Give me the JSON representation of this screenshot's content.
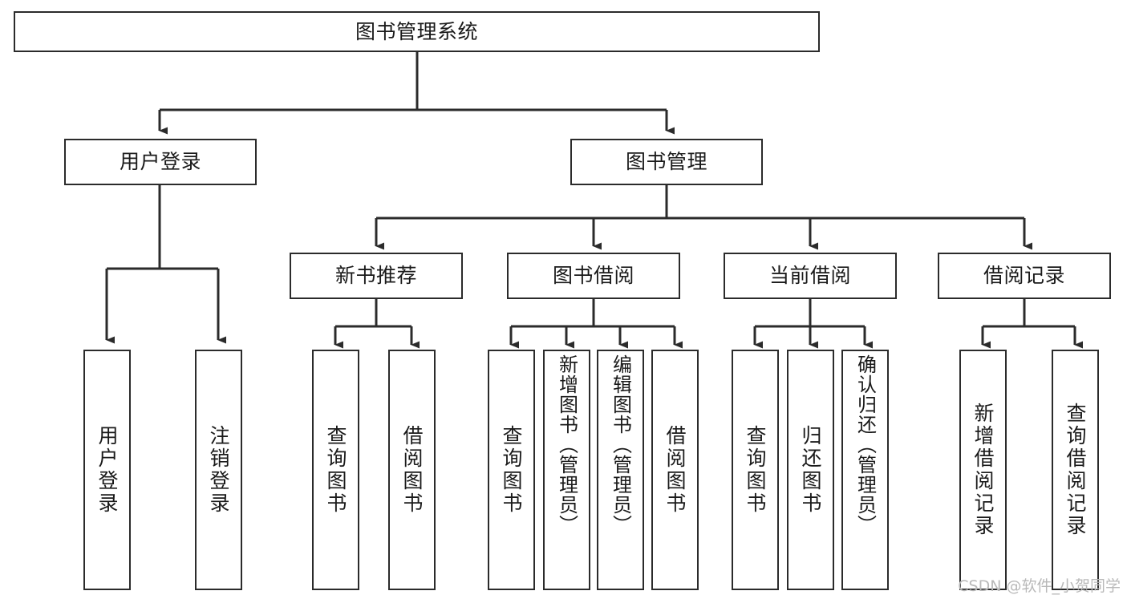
{
  "diagram": {
    "type": "tree-hierarchy-chart",
    "title": "图书管理系统",
    "watermark": "CSDN @软件_小贺同学",
    "colors": {
      "background": "#ffffff",
      "node_fill": "#ffffff",
      "node_stroke": "#2b2b2b",
      "edge_stroke": "#2b2b2b",
      "text": "#1a1a1a",
      "watermark_text": "#b9b9b9"
    },
    "root": {
      "label": "图书管理系统"
    },
    "level1": [
      {
        "id": "user-login",
        "label": "用户登录"
      },
      {
        "id": "book-manage",
        "label": "图书管理"
      }
    ],
    "level2": [
      {
        "id": "new-book-recommend",
        "label": "新书推荐",
        "parent": "book-manage"
      },
      {
        "id": "book-borrow",
        "label": "图书借阅",
        "parent": "book-manage"
      },
      {
        "id": "current-borrow",
        "label": "当前借阅",
        "parent": "book-manage"
      },
      {
        "id": "borrow-record",
        "label": "借阅记录",
        "parent": "book-manage"
      }
    ],
    "leaves": {
      "user-login": [
        {
          "id": "leaf-user-login",
          "label": "用户登录"
        },
        {
          "id": "leaf-user-logout",
          "label": "注销登录"
        }
      ],
      "new-book-recommend": [
        {
          "id": "leaf-query-book-1",
          "label": "查询图书"
        },
        {
          "id": "leaf-borrow-book-1",
          "label": "借阅图书"
        }
      ],
      "book-borrow": [
        {
          "id": "leaf-query-book-2",
          "label": "查询图书"
        },
        {
          "id": "leaf-add-book",
          "label": "新增图书（管理员）"
        },
        {
          "id": "leaf-edit-book",
          "label": "编辑图书（管理员）"
        },
        {
          "id": "leaf-borrow-book-2",
          "label": "借阅图书"
        }
      ],
      "current-borrow": [
        {
          "id": "leaf-query-book-3",
          "label": "查询图书"
        },
        {
          "id": "leaf-return-book",
          "label": "归还图书"
        },
        {
          "id": "leaf-confirm-return",
          "label": "确认归还（管理员）"
        }
      ],
      "borrow-record": [
        {
          "id": "leaf-add-record",
          "label": "新增借阅记录"
        },
        {
          "id": "leaf-query-record",
          "label": "查询借阅记录"
        }
      ]
    }
  }
}
